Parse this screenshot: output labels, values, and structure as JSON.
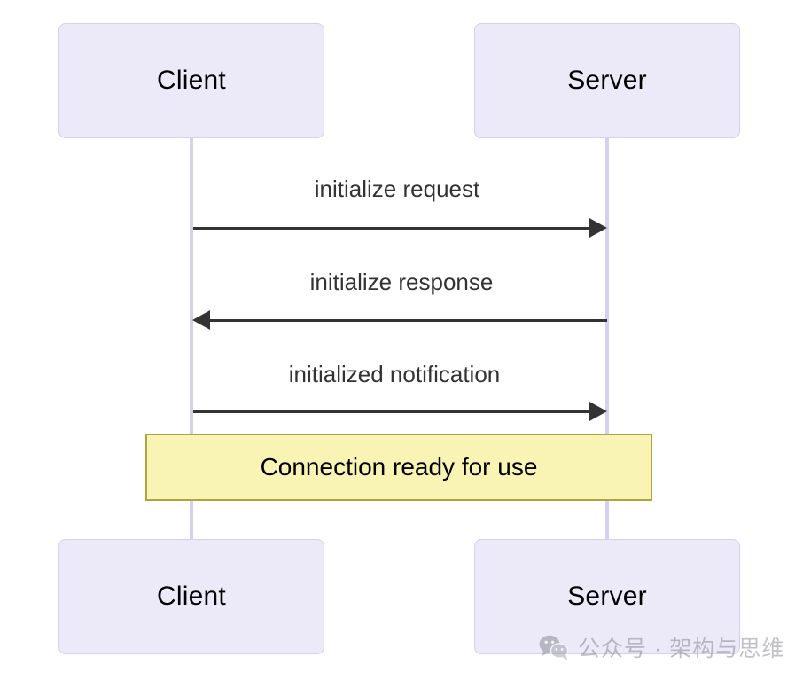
{
  "diagram": {
    "type": "sequence-diagram",
    "title": "",
    "participants": [
      {
        "id": "client",
        "label": "Client"
      },
      {
        "id": "server",
        "label": "Server"
      }
    ],
    "participants_bottom": [
      {
        "id": "client",
        "label": "Client"
      },
      {
        "id": "server",
        "label": "Server"
      }
    ],
    "messages": [
      {
        "index": 1,
        "from": "client",
        "to": "server",
        "label": "initialize request",
        "direction": "right",
        "arrow": "solid"
      },
      {
        "index": 2,
        "from": "server",
        "to": "client",
        "label": "initialize response",
        "direction": "left",
        "arrow": "solid"
      },
      {
        "index": 3,
        "from": "client",
        "to": "server",
        "label": "initialized notification",
        "direction": "right",
        "arrow": "solid"
      }
    ],
    "notes": [
      {
        "id": "connection-ready",
        "text": "Connection ready for use",
        "span": "client-to-server"
      }
    ],
    "colors": {
      "participant_fill": "#ECEAF9",
      "participant_border": "#D5CFF0",
      "lifeline": "#D5CFF0",
      "message_line": "#333333",
      "note_fill": "#FAF4B4",
      "note_border": "#AFA53F",
      "background": "#FFFFFF",
      "label_text": "#333333",
      "watermark_text": "#6D6D78"
    }
  },
  "watermark": {
    "icon": "wechat-icon",
    "text": "公众号 · 架构与思维"
  }
}
